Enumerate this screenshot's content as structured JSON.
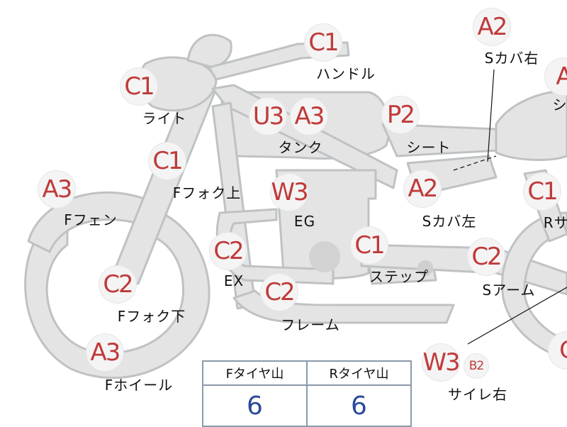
{
  "labels": [
    {
      "id": "handle",
      "code": "C1",
      "name": "ハンドル"
    },
    {
      "id": "s-cover-right",
      "code": "A2",
      "name": "Sカバ右"
    },
    {
      "id": "light",
      "code": "C1",
      "name": "ライト"
    },
    {
      "id": "tank",
      "codes": [
        "U3",
        "A3"
      ],
      "name": "タンク"
    },
    {
      "id": "seat",
      "code": "P2",
      "name": "シート"
    },
    {
      "id": "f-fork-upper",
      "code": "C1",
      "name": "Fフォク上"
    },
    {
      "id": "f-fender",
      "code": "A3",
      "name": "Fフェン"
    },
    {
      "id": "engine",
      "code": "W3",
      "name": "EG"
    },
    {
      "id": "s-cover-left",
      "code": "A2",
      "name": "Sカバ左"
    },
    {
      "id": "r-suspension",
      "code": "C1",
      "name": "Rサス"
    },
    {
      "id": "exhaust",
      "code": "C2",
      "name": "EX"
    },
    {
      "id": "step",
      "code": "C1",
      "name": "ステップ"
    },
    {
      "id": "swing-arm",
      "code": "C2",
      "name": "Sアーム"
    },
    {
      "id": "f-fork-lower",
      "code": "C2",
      "name": "Fフォク下"
    },
    {
      "id": "frame",
      "code": "C2",
      "name": "フレーム"
    },
    {
      "id": "f-wheel",
      "code": "A3",
      "name": "Fホイール"
    },
    {
      "id": "silencer-right",
      "codes": [
        "W3",
        "B2"
      ],
      "name": "サイレ右"
    },
    {
      "id": "right-edge-1",
      "code": "A",
      "name": "シ"
    },
    {
      "id": "right-edge-2",
      "code": "C",
      "name": ""
    }
  ],
  "tires": {
    "headers": [
      "Fタイヤ山",
      "Rタイヤ山"
    ],
    "values": [
      "6",
      "6"
    ]
  },
  "colors": {
    "part_fill": "#e3e4e3",
    "part_stroke": "#bfc2c4",
    "code_text": "#c03a3a",
    "value_text": "#2a4a9a",
    "table_border": "#8a9aa8"
  }
}
